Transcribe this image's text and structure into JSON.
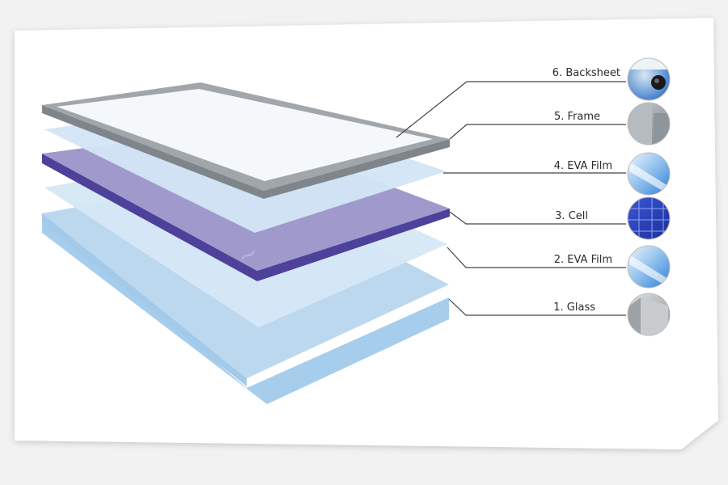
{
  "diagram": {
    "layers": [
      {
        "label": "6. Backsheet",
        "thumb_icon": "backsheet-thumbnail-icon"
      },
      {
        "label": "5. Frame",
        "thumb_icon": "frame-thumbnail-icon"
      },
      {
        "label": "4. EVA Film",
        "thumb_icon": "eva-film-thumbnail-icon"
      },
      {
        "label": "3. Cell",
        "thumb_icon": "cell-thumbnail-icon"
      },
      {
        "label": "2. EVA Film",
        "thumb_icon": "eva-film-thumbnail-icon"
      },
      {
        "label": "1. Glass",
        "thumb_icon": "glass-thumbnail-icon"
      }
    ],
    "colors": {
      "frame": "#9a9fa5",
      "frame_inner": "#f4f7fa",
      "eva": "#cfe3f3",
      "cell_top": "#9c97c9",
      "cell_edge": "#4a3f96",
      "glass_top": "#b5d4ee",
      "glass_edge": "#9cc6e8",
      "leader_line": "#444444"
    }
  }
}
